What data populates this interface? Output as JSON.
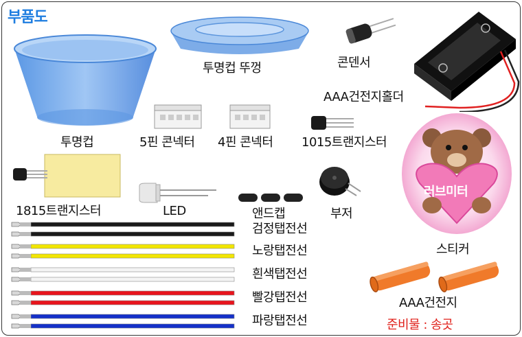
{
  "title": "부품도",
  "parts": {
    "clear_cup": "투명컵",
    "cup_lid": "투명컵 뚜껑",
    "capacitor": "콘덴서",
    "battery_holder": "AAA건전지홀더",
    "pin5_connector": "5핀 콘넥터",
    "pin4_connector": "4핀 콘넥터",
    "transistor_1015": "1015트랜지스터",
    "transistor_1815": "1815트랜지스터",
    "led": "LED",
    "end_caps": "앤드캡",
    "buzzer": "부저",
    "sticker": "스티커",
    "sticker_text": "러브미터",
    "aaa_battery": "AAA건전지"
  },
  "wires": [
    {
      "label": "검정탭전선",
      "color": "#1a1a1a"
    },
    {
      "label": "노랑탭전선",
      "color": "#f2e600"
    },
    {
      "label": "흰색탭전선",
      "color": "#f4f4f4"
    },
    {
      "label": "빨강탭전선",
      "color": "#e8141c"
    },
    {
      "label": "파랑탭전선",
      "color": "#1430c8"
    }
  ],
  "prep": "준비물 : 송곳",
  "colors": {
    "title": "#1f7ee0",
    "prep": "#e0201a",
    "battery": "#f07a2a"
  }
}
